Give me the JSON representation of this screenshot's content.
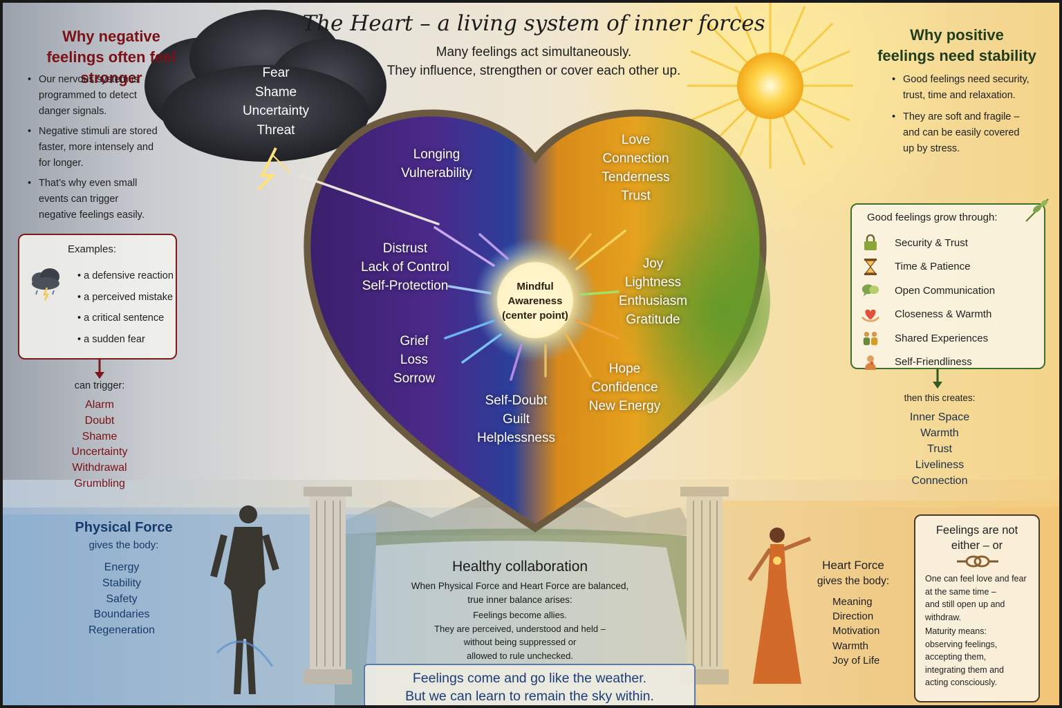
{
  "title": "The Heart – a living system of inner forces",
  "subtitle": [
    "Many feelings act simultaneously.",
    "They influence, strengthen or cover each other up."
  ],
  "left": {
    "heading": [
      "Why negative",
      "feelings often feel stronger"
    ],
    "bullets": [
      "Our nervous system is programmed to detect danger signals.",
      "Negative stimuli are stored faster, more intensely and for longer.",
      "That’s why even small events can trigger negative feelings easily."
    ],
    "examples_title": "Examples:",
    "examples": [
      "a defensive reaction",
      "a perceived mistake",
      "a critical sentence",
      "a sudden fear"
    ],
    "can_trigger": "can trigger:",
    "triggers": [
      "Alarm",
      "Doubt",
      "Shame",
      "Uncertainty",
      "Withdrawal",
      "Grumbling"
    ]
  },
  "right": {
    "heading": [
      "Why positive",
      "feelings need stability"
    ],
    "bullets": [
      "Good feelings need security, trust, time and relaxation.",
      "They are soft and fragile – and can be easily covered up by stress."
    ],
    "grow_title": "Good feelings grow through:",
    "grow_items": [
      {
        "icon": "lock-icon",
        "label": "Security & Trust"
      },
      {
        "icon": "hourglass-icon",
        "label": "Time & Patience"
      },
      {
        "icon": "speech-bubbles-icon",
        "label": "Open Communication"
      },
      {
        "icon": "hands-heart-icon",
        "label": "Closeness & Warmth"
      },
      {
        "icon": "people-icon",
        "label": "Shared Experiences"
      },
      {
        "icon": "self-hug-icon",
        "label": "Self-Friendliness"
      }
    ],
    "then_creates": "then this creates:",
    "creates": [
      "Inner Space",
      "Warmth",
      "Trust",
      "Liveliness",
      "Connection"
    ]
  },
  "storm_label": [
    "Fear",
    "Shame",
    "Uncertainty",
    "Threat"
  ],
  "heart": {
    "center": [
      "Mindful",
      "Awareness",
      "(center point)"
    ],
    "regions": [
      {
        "id": "longing",
        "lines": [
          "Longing",
          "Vulnerability"
        ]
      },
      {
        "id": "love",
        "lines": [
          "Love",
          "Connection",
          "Tenderness",
          "Trust"
        ]
      },
      {
        "id": "distrust",
        "lines": [
          "Distrust",
          "Lack of Control",
          "Self-Protection"
        ]
      },
      {
        "id": "joy",
        "lines": [
          "Joy",
          "Lightness",
          "Enthusiasm",
          "Gratitude"
        ]
      },
      {
        "id": "grief",
        "lines": [
          "Grief",
          "Loss",
          "Sorrow"
        ]
      },
      {
        "id": "hope",
        "lines": [
          "Hope",
          "Confidence",
          "New Energy"
        ]
      },
      {
        "id": "selfdoubt",
        "lines": [
          "Self-Doubt",
          "Guilt",
          "Helplessness"
        ]
      }
    ]
  },
  "physical": {
    "title": "Physical Force",
    "sub": "gives the body:",
    "items": [
      "Energy",
      "Stability",
      "Safety",
      "Boundaries",
      "Regeneration"
    ]
  },
  "heartforce": {
    "title": "Heart Force",
    "sub": "gives the body:",
    "items": [
      "Meaning",
      "Direction",
      "Motivation",
      "Warmth",
      "Joy of Life"
    ]
  },
  "collab": {
    "title": "Healthy collaboration",
    "p1": [
      "When Physical Force and Heart Force are balanced,",
      "true inner balance arises:"
    ],
    "p2": [
      "Feelings become allies.",
      "They are perceived, understood and held –",
      "without being suppressed or",
      "allowed to rule unchecked."
    ]
  },
  "weather": [
    "Feelings come and go like the weather.",
    "But we can learn to remain the sky within."
  ],
  "either_or": {
    "title": [
      "Feelings are not",
      "either – or"
    ],
    "p1": [
      "One can feel love and fear",
      "at the same time –",
      "and still open up and",
      "withdraw."
    ],
    "p2": [
      "Maturity means:",
      "observing feelings,",
      "accepting them,",
      "integrating them and",
      "acting consciously."
    ]
  },
  "colors": {
    "negative_heading": "#7a1116",
    "positive_heading": "#1f3d1c",
    "physical": "#173a6a",
    "weather": "#1c3d78"
  }
}
